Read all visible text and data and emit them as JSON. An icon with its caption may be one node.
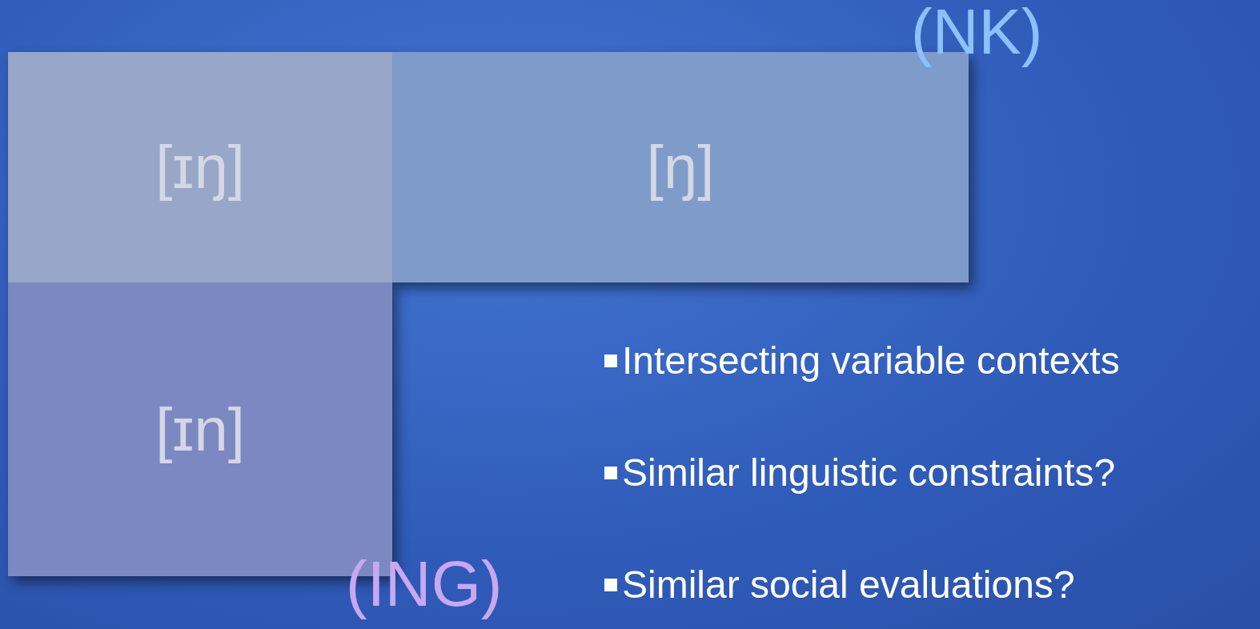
{
  "diagram": {
    "nodes": [
      {
        "text": [
          "[ɪŋ]"
        ]
      },
      {
        "text": [
          "[ŋ]"
        ]
      },
      {
        "text": [
          "[ɪn]"
        ]
      }
    ],
    "labels": [
      "(NK)",
      "(ING)",
      "Intersecting variable contexts",
      "Similar linguistic constraints?",
      "Similar social evaluations?"
    ]
  }
}
